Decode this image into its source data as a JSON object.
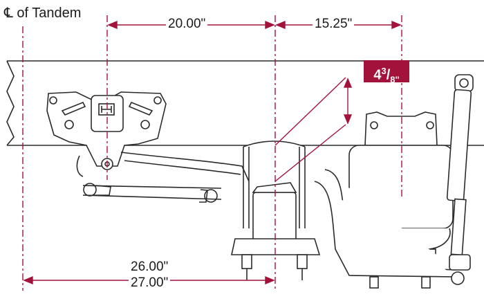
{
  "title": "℄ of Tandem",
  "dimensions": {
    "top_left": "20.00\"",
    "top_right": "15.25\"",
    "bottom_upper": "26.00\"",
    "bottom_lower": "27.00\""
  },
  "height_badge": {
    "whole": "4",
    "numerator": "3",
    "denominator": "8\"",
    "color": "#a3123b"
  },
  "colors": {
    "dimension": "#a3123b",
    "line": "#2a2a2a"
  }
}
